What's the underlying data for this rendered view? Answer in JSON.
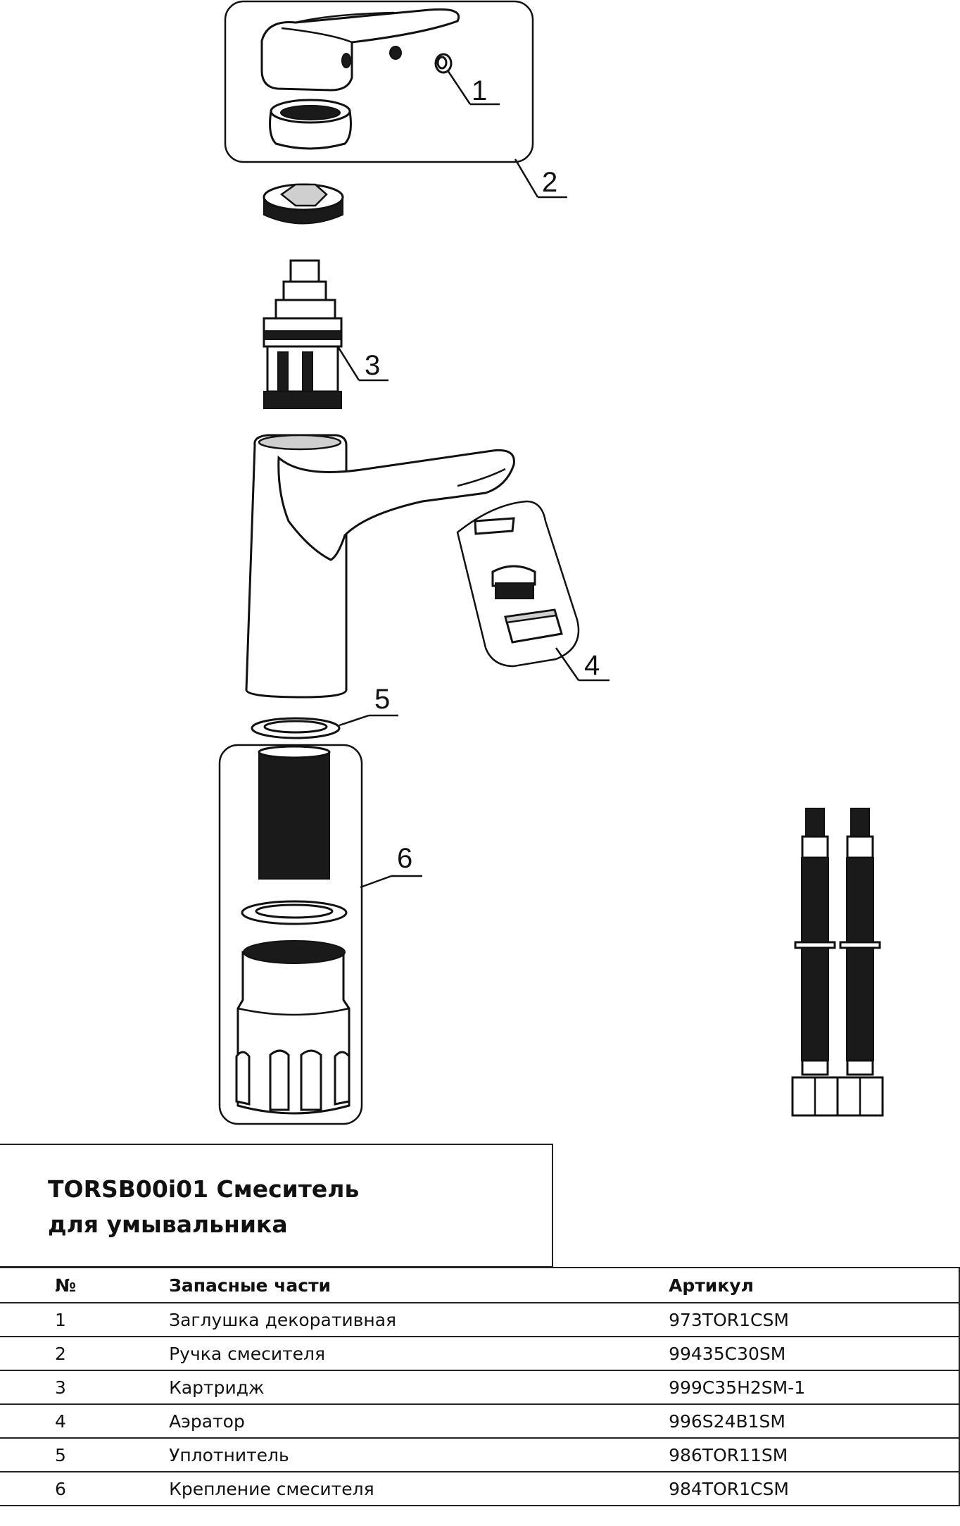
{
  "callouts": [
    "1",
    "2",
    "3",
    "4",
    "5",
    "6"
  ],
  "title": "TORSB00i01 Смеситель\nдля умывальника",
  "table": {
    "headers": {
      "num": "№",
      "name": "Запасные части",
      "article": "Артикул"
    },
    "rows": [
      {
        "num": "1",
        "name": "Заглушка декоративная",
        "article": "973TOR1CSM"
      },
      {
        "num": "2",
        "name": "Ручка смесителя",
        "article": "99435C30SM"
      },
      {
        "num": "3",
        "name": "Картридж",
        "article": "999C35H2SM-1"
      },
      {
        "num": "4",
        "name": "Аэратор",
        "article": "996S24B1SM"
      },
      {
        "num": "5",
        "name": "Уплотнитель",
        "article": "986TOR11SM"
      },
      {
        "num": "6",
        "name": "Крепление смесителя",
        "article": "984TOR1CSM"
      }
    ]
  }
}
